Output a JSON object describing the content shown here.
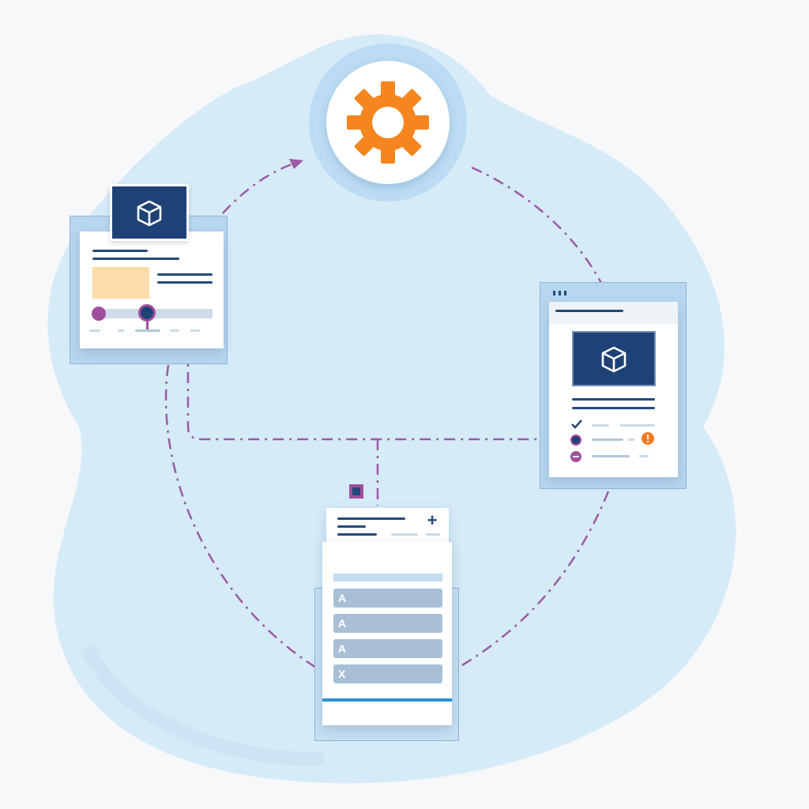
{
  "colors": {
    "background": "#f7f8f9",
    "blob": "#d6ebf8",
    "connector": "#9b5aa6",
    "gear": "#f5851f",
    "navy": "#1f4276",
    "warning": "#f27a21"
  },
  "icons": {
    "gear": "gear-icon",
    "cube": "cube-icon",
    "check": "check-icon",
    "warning": "warning-icon",
    "plus": "plus-icon"
  },
  "list_panel": {
    "add_label": "+",
    "rows": [
      "A",
      "A",
      "A",
      "X"
    ]
  }
}
